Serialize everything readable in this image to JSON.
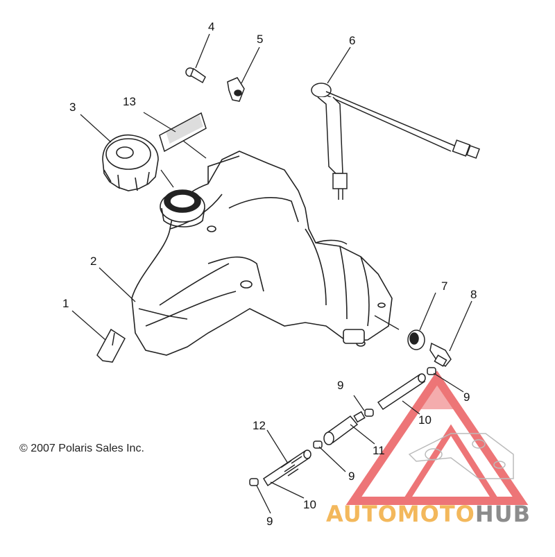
{
  "callouts": [
    {
      "label": "1"
    },
    {
      "label": "2"
    },
    {
      "label": "3"
    },
    {
      "label": "4"
    },
    {
      "label": "5"
    },
    {
      "label": "6"
    },
    {
      "label": "7"
    },
    {
      "label": "8"
    },
    {
      "label": "9"
    },
    {
      "label": "9"
    },
    {
      "label": "9"
    },
    {
      "label": "9"
    },
    {
      "label": "10"
    },
    {
      "label": "10"
    },
    {
      "label": "11"
    },
    {
      "label": "12"
    },
    {
      "label": "13"
    }
  ],
  "copyright": "© 2007 Polaris Sales Inc.",
  "watermark": {
    "part1": "AUTOMOTO",
    "part2": "HUB",
    "color_part1": "#f3b85c",
    "color_part2": "#8c8c8c",
    "logo_color": "#e8474a"
  }
}
